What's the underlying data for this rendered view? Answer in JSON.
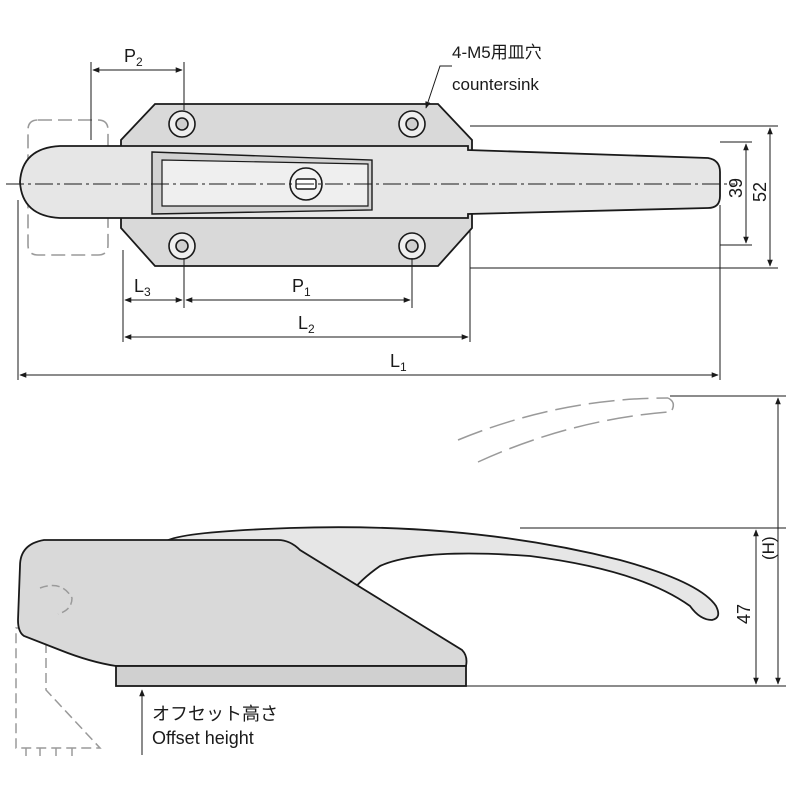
{
  "labels": {
    "p2": "P",
    "p2_sub": "2",
    "p1": "P",
    "p1_sub": "1",
    "l3": "L",
    "l3_sub": "3",
    "l2": "L",
    "l2_sub": "2",
    "l1": "L",
    "l1_sub": "1",
    "dim_39": "39",
    "dim_52": "52",
    "dim_47": "47",
    "dim_h": "(H)",
    "hole_spec": "4-M5用皿穴",
    "hole_spec_en": "countersink",
    "offset_jp": "オフセット高さ",
    "offset_en": "Offset height"
  },
  "colors": {
    "line": "#1a1a1a",
    "fill_body": "#d9d9d9",
    "fill_light": "#e6e6e6",
    "fill_shade": "#c9c9c9",
    "ghost": "#9a9a9a"
  }
}
